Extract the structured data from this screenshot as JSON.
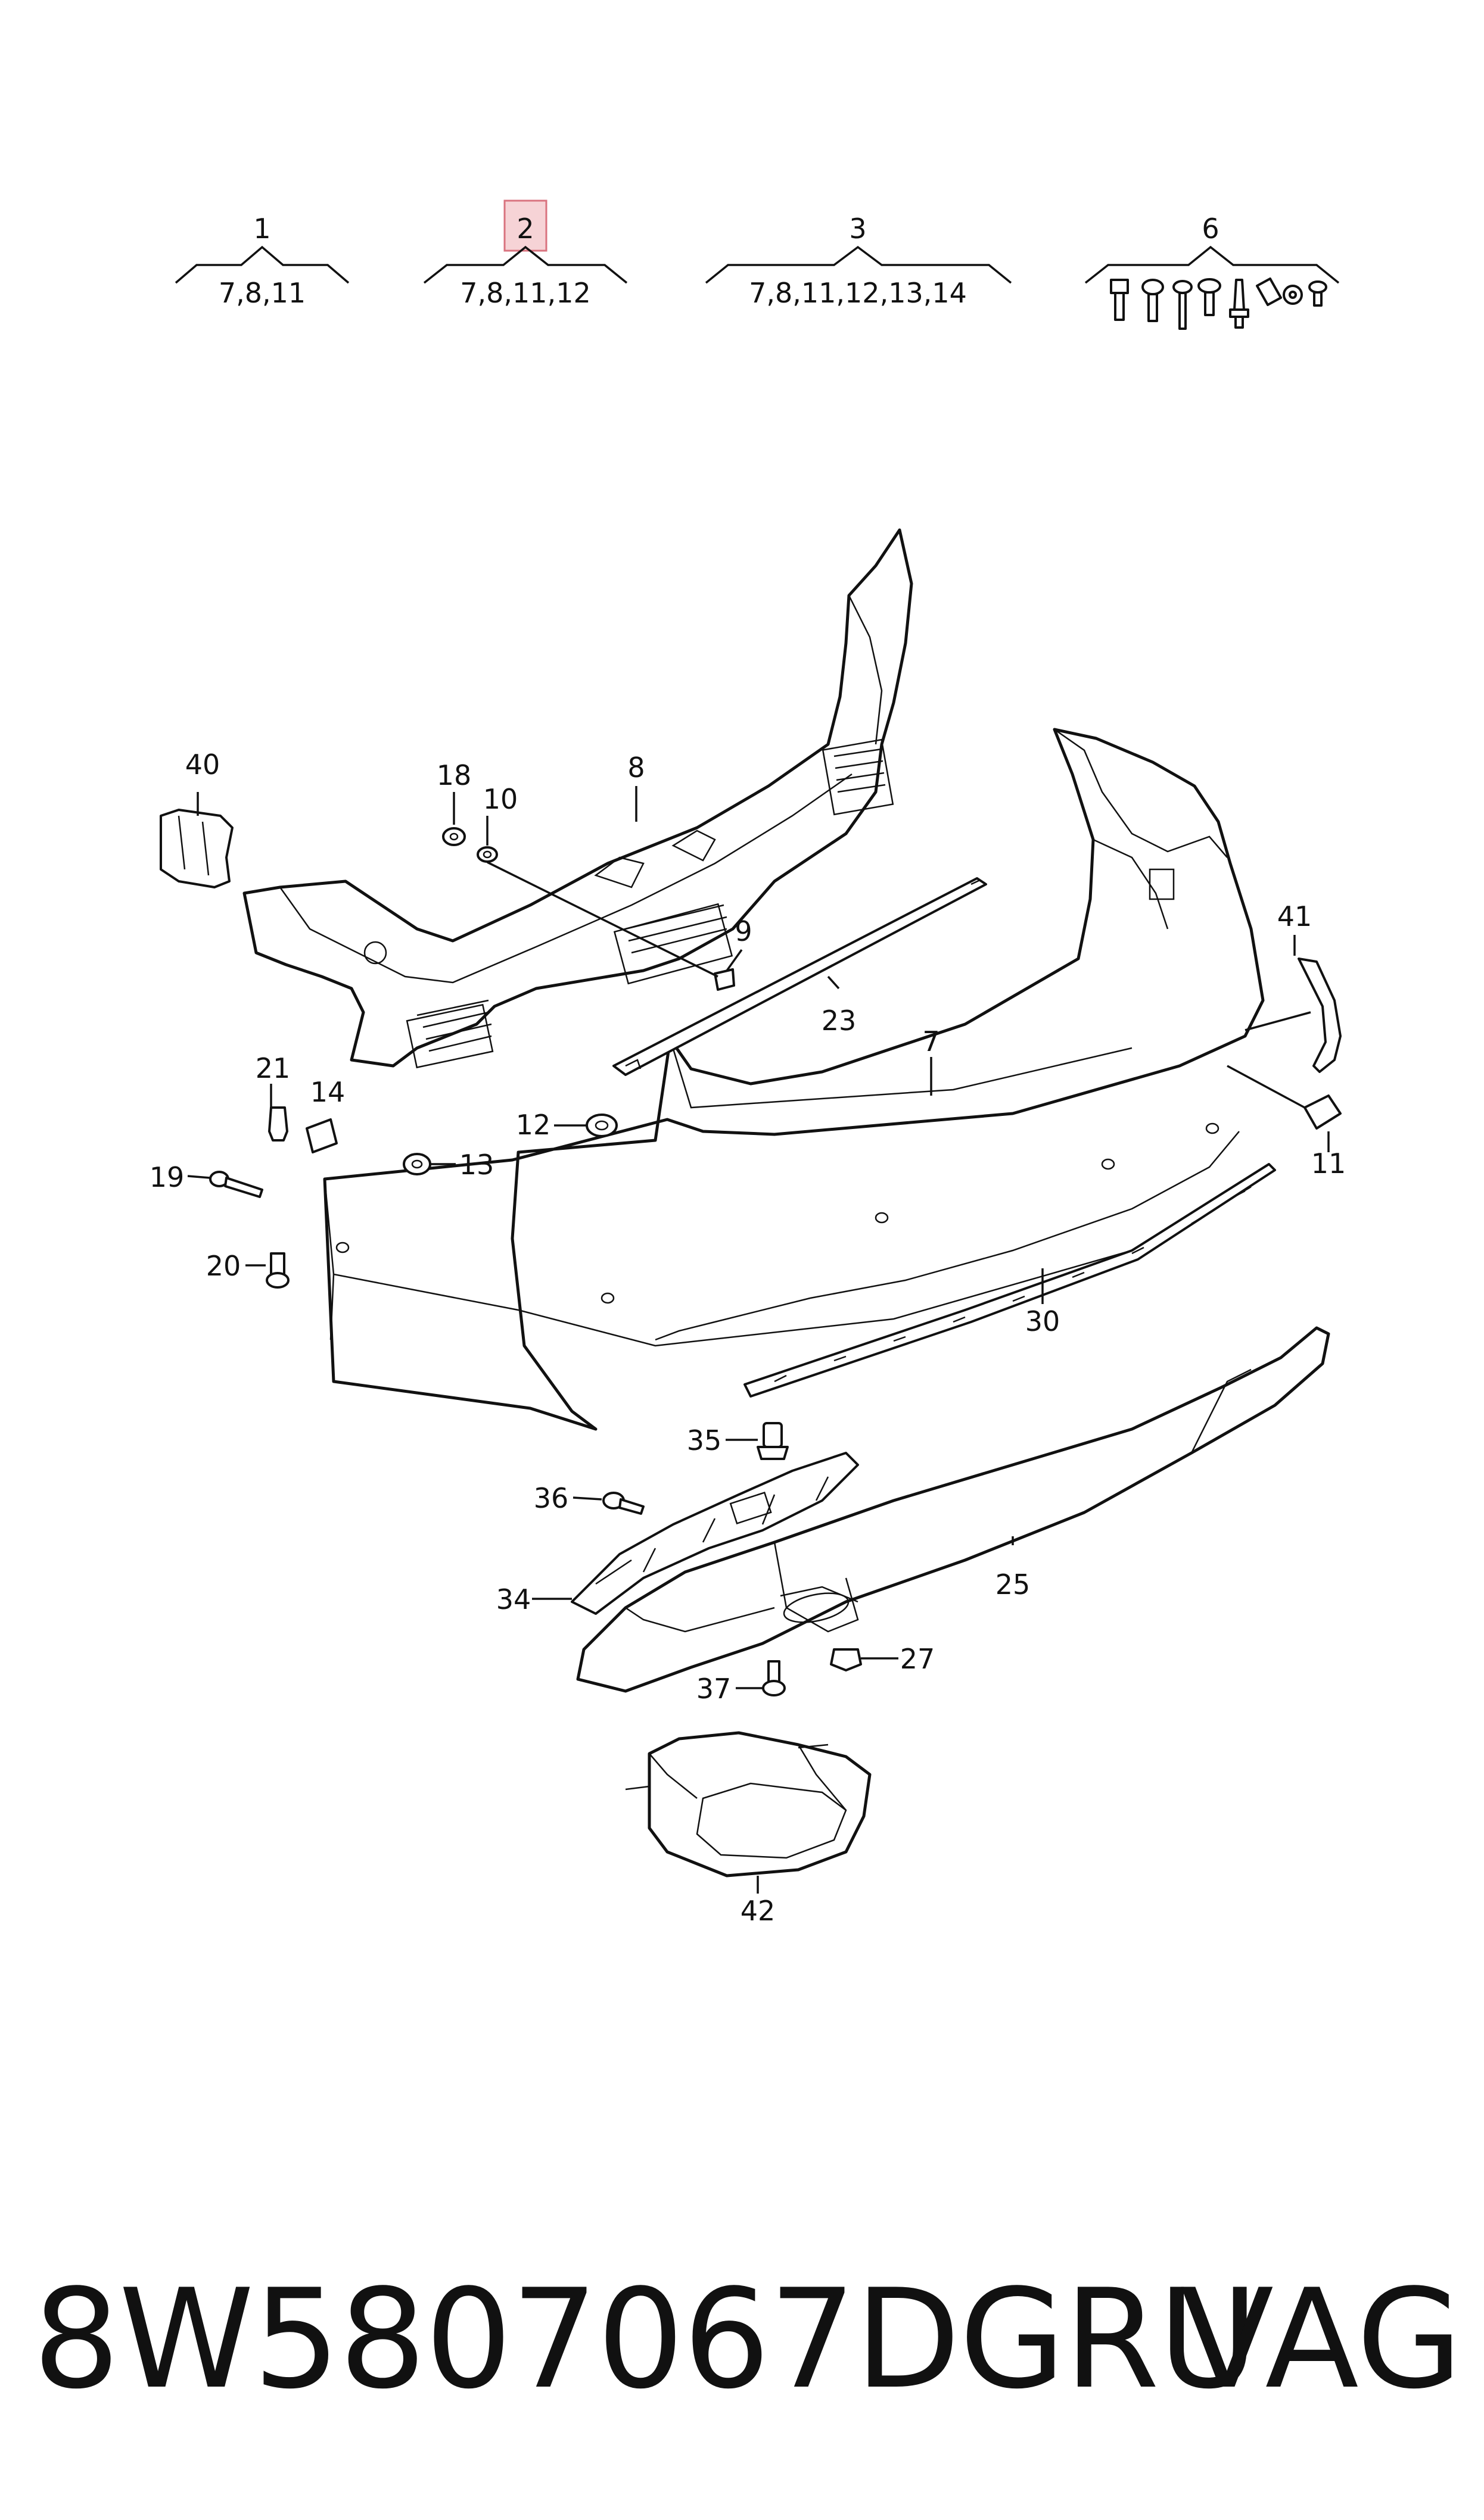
{
  "groups": [
    {
      "number": "1",
      "members": "7,8,11"
    },
    {
      "number": "2",
      "members": "7,8,11,12",
      "highlighted": true
    },
    {
      "number": "3",
      "members": "7,8,11,12,13,14"
    },
    {
      "number": "6",
      "members": ""
    }
  ],
  "labels": {
    "p7": "7",
    "p8": "8",
    "p9": "9",
    "p10": "10",
    "p11": "11",
    "p12": "12",
    "p13": "13",
    "p14": "14",
    "p18": "18",
    "p19": "19",
    "p20": "20",
    "p21": "21",
    "p23": "23",
    "p25": "25",
    "p27": "27",
    "p30": "30",
    "p34": "34",
    "p35": "35",
    "p36": "36",
    "p37": "37",
    "p40": "40",
    "p41": "41",
    "p42": "42"
  },
  "footer": {
    "part_number": "8W5807067DGRU",
    "brand": "VAG"
  },
  "colors": {
    "highlight_fill": "#f6d3d6",
    "highlight_border": "#d9737f",
    "ink": "#111111"
  }
}
